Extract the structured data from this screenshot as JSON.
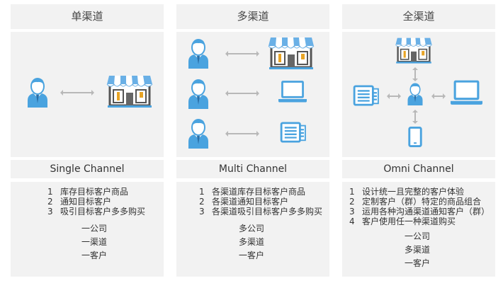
{
  "columns": [
    {
      "title": "单渠道",
      "subtitle": "Single Channel",
      "items": [
        "库存目标客户商品",
        "通知目标客户",
        "吸引目标客户多多购买"
      ],
      "summary": [
        "一公司",
        "一渠道",
        "一客户"
      ]
    },
    {
      "title": "多渠道",
      "subtitle": "Multi Channel",
      "items": [
        "各渠道库存目标客户商品",
        "各渠道通知目标客户",
        "各渠道吸引目标客户多多购买"
      ],
      "summary": [
        "多公司",
        "多渠道",
        "一客户"
      ]
    },
    {
      "title": "全渠道",
      "subtitle": "Omni Channel",
      "items": [
        "设计统一且完整的客户体验",
        "定制客户（群）特定的商品组合",
        "运用各种沟通渠道通知客户（群）",
        "客户使用任一种渠道购买"
      ],
      "summary": [
        "一公司",
        "多渠道",
        "一客户"
      ]
    }
  ],
  "numbers": [
    "1",
    "2",
    "3",
    "4"
  ],
  "colors": {
    "accent": "#4aa3df",
    "panel": "#f2f2f2"
  }
}
